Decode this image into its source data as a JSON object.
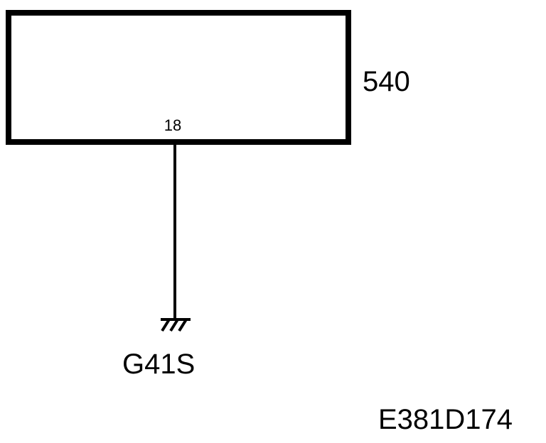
{
  "component": {
    "number": "540",
    "pin": "18"
  },
  "ground": {
    "label": "G41S",
    "icon": "chassis-ground-icon"
  },
  "figure": {
    "id": "E381D174"
  },
  "colors": {
    "line": "#000000",
    "background": "#ffffff"
  }
}
